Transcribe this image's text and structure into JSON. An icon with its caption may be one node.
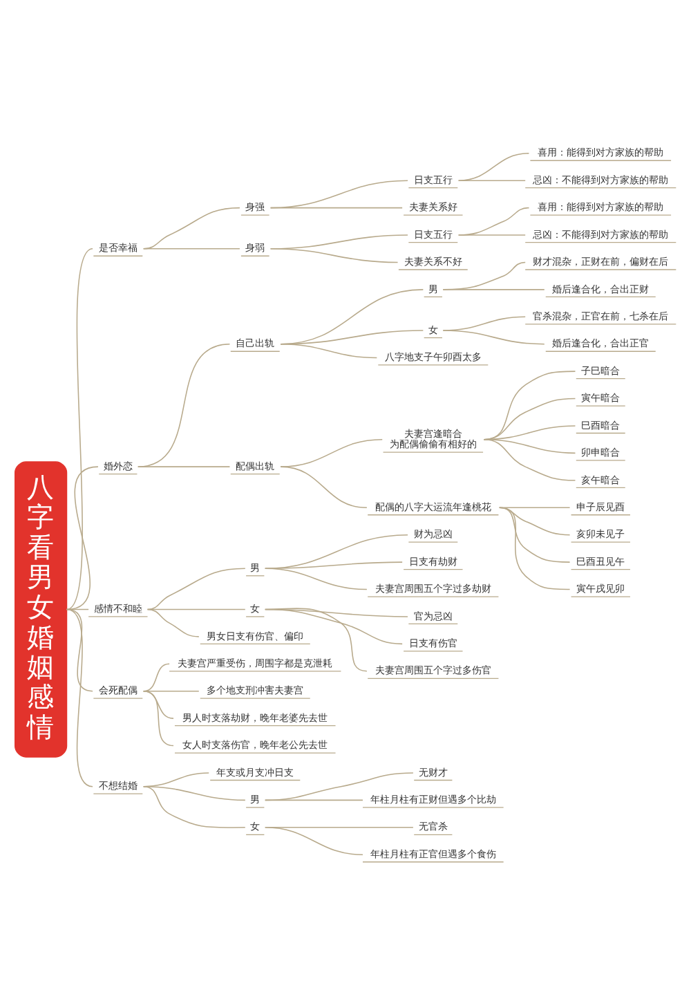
{
  "diagram": {
    "nodes": [
      {
        "text": [
          "八字看男女婚姻感情"
        ]
      },
      {
        "text": [
          "是否幸福"
        ]
      },
      {
        "text": [
          "身强"
        ]
      },
      {
        "text": [
          "日支五行"
        ]
      },
      {
        "text": [
          "喜用：能得到对方家族的帮助"
        ]
      },
      {
        "text": [
          "忌凶：不能得到对方家族的帮助"
        ]
      },
      {
        "text": [
          "夫妻关系好"
        ]
      },
      {
        "text": [
          "身弱"
        ]
      },
      {
        "text": [
          "日支五行"
        ]
      },
      {
        "text": [
          "喜用：能得到对方家族的帮助"
        ]
      },
      {
        "text": [
          "忌凶：不能得到对方家族的帮助"
        ]
      },
      {
        "text": [
          "夫妻关系不好"
        ]
      },
      {
        "text": [
          "婚外恋"
        ]
      },
      {
        "text": [
          "自己出轨"
        ]
      },
      {
        "text": [
          "男"
        ]
      },
      {
        "text": [
          "财才混杂，正财在前，偏财在后"
        ]
      },
      {
        "text": [
          "婚后逢合化，合出正财"
        ]
      },
      {
        "text": [
          "女"
        ]
      },
      {
        "text": [
          "官杀混杂，正官在前，七杀在后"
        ]
      },
      {
        "text": [
          "婚后逢合化，合出正官"
        ]
      },
      {
        "text": [
          "八字地支子午卯酉太多"
        ]
      },
      {
        "text": [
          "配偶出轨"
        ]
      },
      {
        "text": [
          "夫妻宫逢暗合",
          "为配偶偷偷有相好的"
        ]
      },
      {
        "text": [
          "子巳暗合"
        ]
      },
      {
        "text": [
          "寅午暗合"
        ]
      },
      {
        "text": [
          "巳酉暗合"
        ]
      },
      {
        "text": [
          "卯申暗合"
        ]
      },
      {
        "text": [
          "亥午暗合"
        ]
      },
      {
        "text": [
          "配偶的八字大运流年逢桃花"
        ]
      },
      {
        "text": [
          "申子辰见酉"
        ]
      },
      {
        "text": [
          "亥卯未见子"
        ]
      },
      {
        "text": [
          "巳酉丑见午"
        ]
      },
      {
        "text": [
          "寅午戌见卯"
        ]
      },
      {
        "text": [
          "感情不和睦"
        ]
      },
      {
        "text": [
          "男"
        ]
      },
      {
        "text": [
          "财为忌凶"
        ]
      },
      {
        "text": [
          "日支有劫财"
        ]
      },
      {
        "text": [
          "夫妻宫周围五个字过多劫财"
        ]
      },
      {
        "text": [
          "女"
        ]
      },
      {
        "text": [
          "官为忌凶"
        ]
      },
      {
        "text": [
          "日支有伤官"
        ]
      },
      {
        "text": [
          "夫妻宫周围五个字过多伤官"
        ]
      },
      {
        "text": [
          "男女日支有伤官、偏印"
        ]
      },
      {
        "text": [
          "会死配偶"
        ]
      },
      {
        "text": [
          "夫妻宫严重受伤，周围字都是克泄耗"
        ]
      },
      {
        "text": [
          "多个地支刑冲害夫妻宫"
        ]
      },
      {
        "text": [
          "男人时支落劫财，晚年老婆先去世"
        ]
      },
      {
        "text": [
          "女人时支落伤官，晚年老公先去世"
        ]
      },
      {
        "text": [
          "不想结婚"
        ]
      },
      {
        "text": [
          "年支或月支冲日支"
        ]
      },
      {
        "text": [
          "男"
        ]
      },
      {
        "text": [
          "无财才"
        ]
      },
      {
        "text": [
          "年柱月柱有正财但遇多个比劫"
        ]
      },
      {
        "text": [
          "女"
        ]
      },
      {
        "text": [
          "无官杀"
        ]
      },
      {
        "text": [
          "年柱月柱有正官但遇多个食伤"
        ]
      }
    ],
    "edges": [
      {
        "from": 0,
        "to": 1,
        "arrow": "none"
      },
      {
        "from": 1,
        "to": 2,
        "arrow": "none"
      },
      {
        "from": 2,
        "to": 3,
        "arrow": "none"
      },
      {
        "from": 3,
        "to": 4,
        "arrow": "none"
      },
      {
        "from": 3,
        "to": 5,
        "arrow": "none"
      },
      {
        "from": 2,
        "to": 6,
        "arrow": "none"
      },
      {
        "from": 1,
        "to": 7,
        "arrow": "none"
      },
      {
        "from": 7,
        "to": 8,
        "arrow": "none"
      },
      {
        "from": 8,
        "to": 9,
        "arrow": "none"
      },
      {
        "from": 8,
        "to": 10,
        "arrow": "none"
      },
      {
        "from": 7,
        "to": 11,
        "arrow": "none"
      },
      {
        "from": 0,
        "to": 12,
        "arrow": "none"
      },
      {
        "from": 12,
        "to": 13,
        "arrow": "none"
      },
      {
        "from": 13,
        "to": 14,
        "arrow": "none"
      },
      {
        "from": 14,
        "to": 15,
        "arrow": "none"
      },
      {
        "from": 14,
        "to": 16,
        "arrow": "none"
      },
      {
        "from": 13,
        "to": 17,
        "arrow": "none"
      },
      {
        "from": 17,
        "to": 18,
        "arrow": "none"
      },
      {
        "from": 17,
        "to": 19,
        "arrow": "none"
      },
      {
        "from": 13,
        "to": 20,
        "arrow": "none"
      },
      {
        "from": 12,
        "to": 21,
        "arrow": "none"
      },
      {
        "from": 21,
        "to": 22,
        "arrow": "none"
      },
      {
        "from": 22,
        "to": 23,
        "arrow": "none"
      },
      {
        "from": 22,
        "to": 24,
        "arrow": "none"
      },
      {
        "from": 22,
        "to": 25,
        "arrow": "none"
      },
      {
        "from": 22,
        "to": 26,
        "arrow": "none"
      },
      {
        "from": 22,
        "to": 27,
        "arrow": "none"
      },
      {
        "from": 21,
        "to": 28,
        "arrow": "none"
      },
      {
        "from": 28,
        "to": 29,
        "arrow": "none"
      },
      {
        "from": 28,
        "to": 30,
        "arrow": "none"
      },
      {
        "from": 28,
        "to": 31,
        "arrow": "none"
      },
      {
        "from": 28,
        "to": 32,
        "arrow": "none"
      },
      {
        "from": 0,
        "to": 33,
        "arrow": "none"
      },
      {
        "from": 33,
        "to": 34,
        "arrow": "none"
      },
      {
        "from": 34,
        "to": 35,
        "arrow": "none"
      },
      {
        "from": 34,
        "to": 36,
        "arrow": "none"
      },
      {
        "from": 34,
        "to": 37,
        "arrow": "none"
      },
      {
        "from": 33,
        "to": 38,
        "arrow": "none"
      },
      {
        "from": 38,
        "to": 39,
        "arrow": "none"
      },
      {
        "from": 38,
        "to": 40,
        "arrow": "none"
      },
      {
        "from": 38,
        "to": 41,
        "arrow": "none"
      },
      {
        "from": 33,
        "to": 42,
        "arrow": "none"
      },
      {
        "from": 0,
        "to": 43,
        "arrow": "none"
      },
      {
        "from": 43,
        "to": 44,
        "arrow": "none"
      },
      {
        "from": 43,
        "to": 45,
        "arrow": "none"
      },
      {
        "from": 43,
        "to": 46,
        "arrow": "none"
      },
      {
        "from": 43,
        "to": 47,
        "arrow": "none"
      },
      {
        "from": 0,
        "to": 48,
        "arrow": "none"
      },
      {
        "from": 48,
        "to": 49,
        "arrow": "none"
      },
      {
        "from": 48,
        "to": 50,
        "arrow": "none"
      },
      {
        "from": 50,
        "to": 51,
        "arrow": "none"
      },
      {
        "from": 50,
        "to": 52,
        "arrow": "none"
      },
      {
        "from": 48,
        "to": 53,
        "arrow": "none"
      },
      {
        "from": 53,
        "to": 54,
        "arrow": "none"
      },
      {
        "from": 53,
        "to": 55,
        "arrow": "none"
      }
    ]
  }
}
